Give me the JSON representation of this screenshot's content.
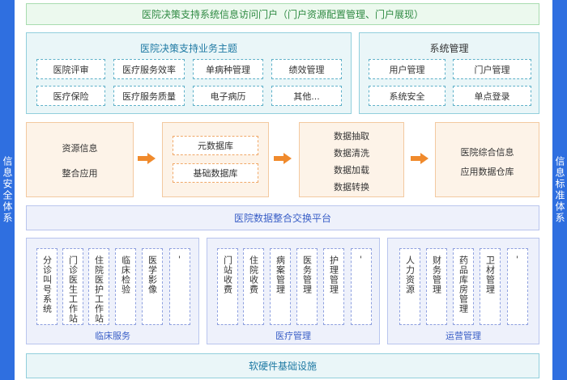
{
  "sidebar": {
    "left_label": "信息安全体系",
    "right_label": "信息标准体系"
  },
  "banner": "医院决策支持系统信息访问门户（门户资源配置管理、门户展现）",
  "decision_panel": {
    "title": "医院决策支持业务主题",
    "items": [
      "医院评审",
      "医疗服务效率",
      "单病种管理",
      "绩效管理",
      "医疗保险",
      "医疗服务质量",
      "电子病历",
      "其他..."
    ]
  },
  "system_panel": {
    "title": "系统管理",
    "items": [
      "用户管理",
      "门户管理",
      "系统安全",
      "单点登录"
    ]
  },
  "flow": {
    "resource": {
      "line1": "资源信息",
      "line2": "整合应用"
    },
    "databases": [
      "元数据库",
      "基础数据库"
    ],
    "processing": [
      "数据抽取",
      "数据清洗",
      "数据加载",
      "数据转换"
    ],
    "warehouse": {
      "line1": "医院综合信息",
      "line2": "应用数据仓库"
    }
  },
  "exchange_platform": "医院数据整合交换平台",
  "groups": [
    {
      "label": "临床服务",
      "items": [
        "分诊叫号系统",
        "门诊医生工作站",
        "住院医护工作站",
        "临床检验",
        "医学影像",
        "-"
      ]
    },
    {
      "label": "医疗管理",
      "items": [
        "门站收费",
        "住院收费",
        "病案管理",
        "医务管理",
        "护理管理",
        "-"
      ]
    },
    {
      "label": "运营管理",
      "items": [
        "人力资源",
        "财务管理",
        "药品库房管理",
        "卫材管理",
        "-"
      ]
    }
  ],
  "infrastructure": "软硬件基础设施",
  "colors": {
    "accent_blue": "#2f6fe0",
    "teal": "#1f7aa4",
    "orange_arrow": "#f08a2c",
    "green": "#2f8a43"
  }
}
